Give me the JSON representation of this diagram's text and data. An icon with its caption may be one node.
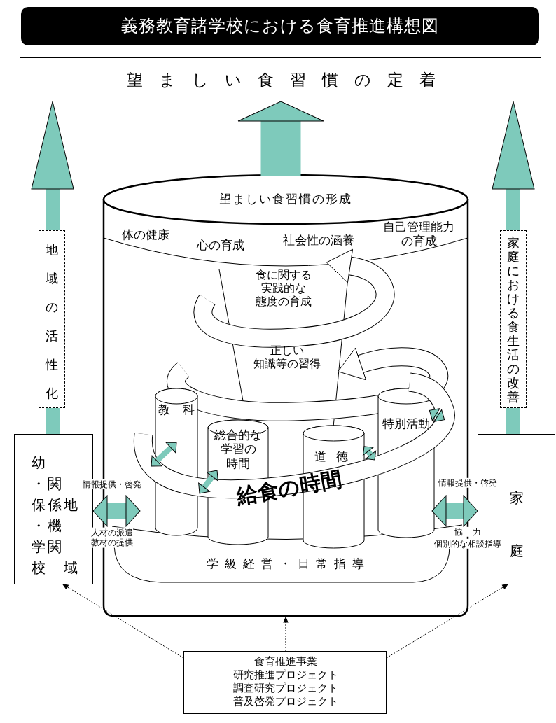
{
  "diagram": {
    "title": "義務教育諸学校における食育推進構想図",
    "nodes": [
      {
        "text": [
          "望ましい食習慣の定着"
        ]
      },
      {
        "text": [
          "望ましい食習慣の形成"
        ]
      },
      {
        "text": [
          "教科"
        ],
        "in": 1
      },
      {
        "text": [
          "総合的な学習の時間"
        ],
        "in": 1
      },
      {
        "text": [
          "道徳"
        ],
        "in": 1
      },
      {
        "text": [
          "特別活動"
        ],
        "in": 1
      },
      {
        "text": [
          "給食の時間"
        ],
        "in": 1
      },
      {
        "text": [
          "幼・保・学校",
          "関係機関",
          "地域"
        ]
      },
      {
        "text": [
          "家庭"
        ]
      },
      {
        "text": [
          "食育推進事業",
          "研究推進プロジェクト",
          "調査研究プロジェクト",
          "普及啓発プロジェクト"
        ]
      }
    ],
    "edges": [
      {
        "from": 1,
        "to": 0,
        "arrow": "to",
        "style": "thick"
      },
      {
        "from": 7,
        "to": 0,
        "arrow": "to",
        "label": "地域の活性化",
        "style": "thick"
      },
      {
        "from": 8,
        "to": 0,
        "arrow": "to",
        "label": "家庭における食生活の改善",
        "style": "thick"
      },
      {
        "from": 7,
        "to": 1,
        "arrow": "both",
        "label": "情報提供・啓発",
        "style": "thick"
      },
      {
        "from": 8,
        "to": 1,
        "arrow": "both",
        "label": "情報提供・啓発",
        "style": "thick"
      },
      {
        "from": 2,
        "to": 6,
        "arrow": "both"
      },
      {
        "from": 3,
        "to": 6,
        "arrow": "both"
      },
      {
        "from": 4,
        "to": 6,
        "arrow": "both"
      },
      {
        "from": 5,
        "to": 6,
        "arrow": "both"
      },
      {
        "from": 9,
        "to": 7,
        "arrow": "to",
        "style": "dashed",
        "color": "#000000"
      },
      {
        "from": 9,
        "to": 1,
        "arrow": "to",
        "style": "dashed",
        "color": "#000000"
      },
      {
        "from": 9,
        "to": 8,
        "arrow": "to",
        "style": "dashed",
        "color": "#000000"
      }
    ],
    "labels": [
      "体の健康",
      "心の育成",
      "社会性の涵養",
      "自己管理能力の育成",
      "食に関する実践的な態度の育成",
      "正しい知識等の習得",
      "人材の派遣教材の提供",
      "協力",
      "個別的な相談指導",
      "学級経営・日常指導"
    ]
  }
}
